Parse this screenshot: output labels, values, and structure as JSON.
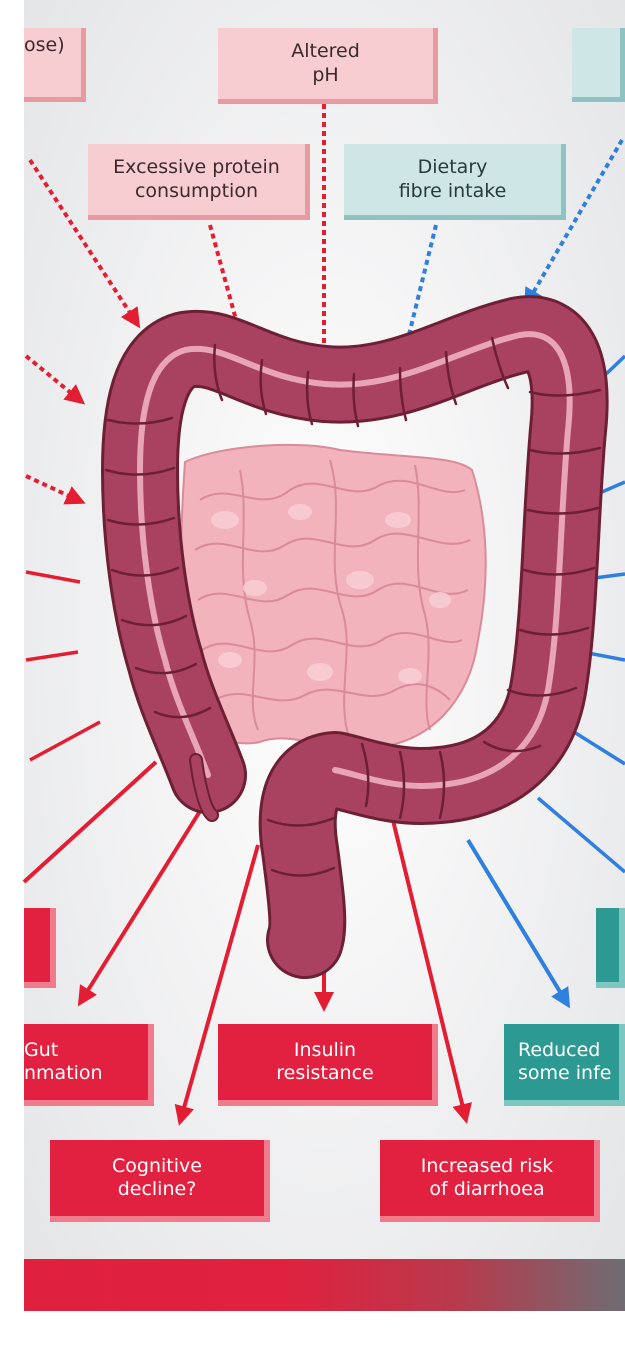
{
  "boxes": {
    "top_left_partial": "ose)",
    "altered_ph": "Altered\npH",
    "protein": "Excessive protein\nconsumption",
    "fibre": "Dietary\nfibre intake",
    "gut_inflammation": "Gut\nnmation",
    "insulin": "Insulin\nresistance",
    "reduced_infection": "Reduced\nsome infe",
    "cognitive": "Cognitive\ndecline?",
    "diarrhoea": "Increased risk\nof diarrhoea",
    "left_red_partial": "",
    "right_teal_partial": "",
    "top_right_teal_partial": ""
  },
  "colors": {
    "negative_arrow": "#e41e32",
    "positive_arrow": "#2f7fe0",
    "colon": "#a94260",
    "small_intestine": "#f2b3bd",
    "pink_box": "#f8cdd1",
    "teal_box": "#cfe6e6",
    "red_box": "#e2203f",
    "dark_teal_box": "#2c9a92"
  },
  "icons": {
    "central_illustration": "intestines-icon"
  }
}
